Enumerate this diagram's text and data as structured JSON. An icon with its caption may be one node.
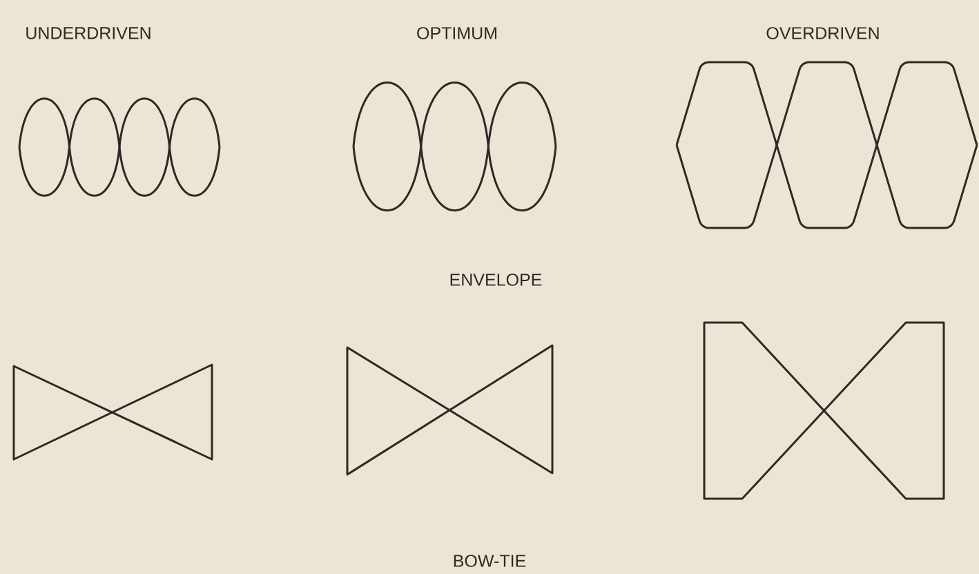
{
  "diagram": {
    "labels": [
      "UNDERDRIVEN",
      "OPTIMUM",
      "OVERDRIVEN",
      "ENVELOPE",
      "BOW-TIE"
    ]
  }
}
